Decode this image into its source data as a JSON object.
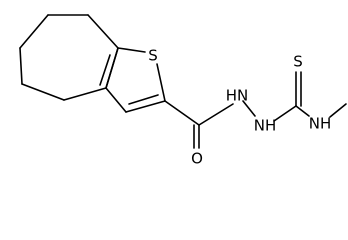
{
  "molecule": {
    "atoms": {
      "ring_sulfur": "S",
      "carbonyl_oxygen": "O",
      "hydrazide_nh": "HN",
      "hydrazide_nh_lower": "NH",
      "thio_sulfur": "S",
      "methyl_nh": "NH"
    }
  }
}
